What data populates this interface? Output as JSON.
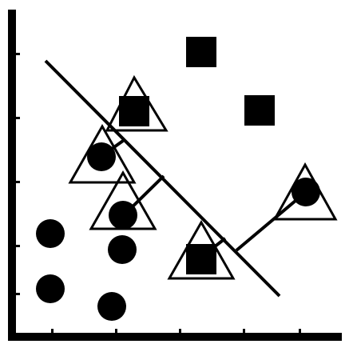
{
  "colors": {
    "background": "#ffffff",
    "ink": "#000000"
  },
  "diagram": {
    "kind": "linear-classifier-support-vectors",
    "axes": {
      "x_axis": true,
      "y_axis": true,
      "tick_marks": true
    },
    "classes": {
      "circle": {
        "shape": "circle",
        "fill": "#000000"
      },
      "square": {
        "shape": "square",
        "fill": "#000000"
      }
    },
    "circles": [
      {
        "id": "c1",
        "support_vector": true
      },
      {
        "id": "c2",
        "support_vector": true
      },
      {
        "id": "c3",
        "support_vector": true
      },
      {
        "id": "c4",
        "support_vector": false
      },
      {
        "id": "c5",
        "support_vector": false
      },
      {
        "id": "c6",
        "support_vector": false
      },
      {
        "id": "c7",
        "support_vector": false
      }
    ],
    "squares": [
      {
        "id": "s1",
        "support_vector": false
      },
      {
        "id": "s2",
        "support_vector": false
      },
      {
        "id": "s3",
        "support_vector": true
      },
      {
        "id": "s4",
        "support_vector": true
      }
    ],
    "decision_boundary": {
      "style": "solid"
    },
    "margin_connectors": 4,
    "support_vector_marker": "triangle-outline"
  }
}
